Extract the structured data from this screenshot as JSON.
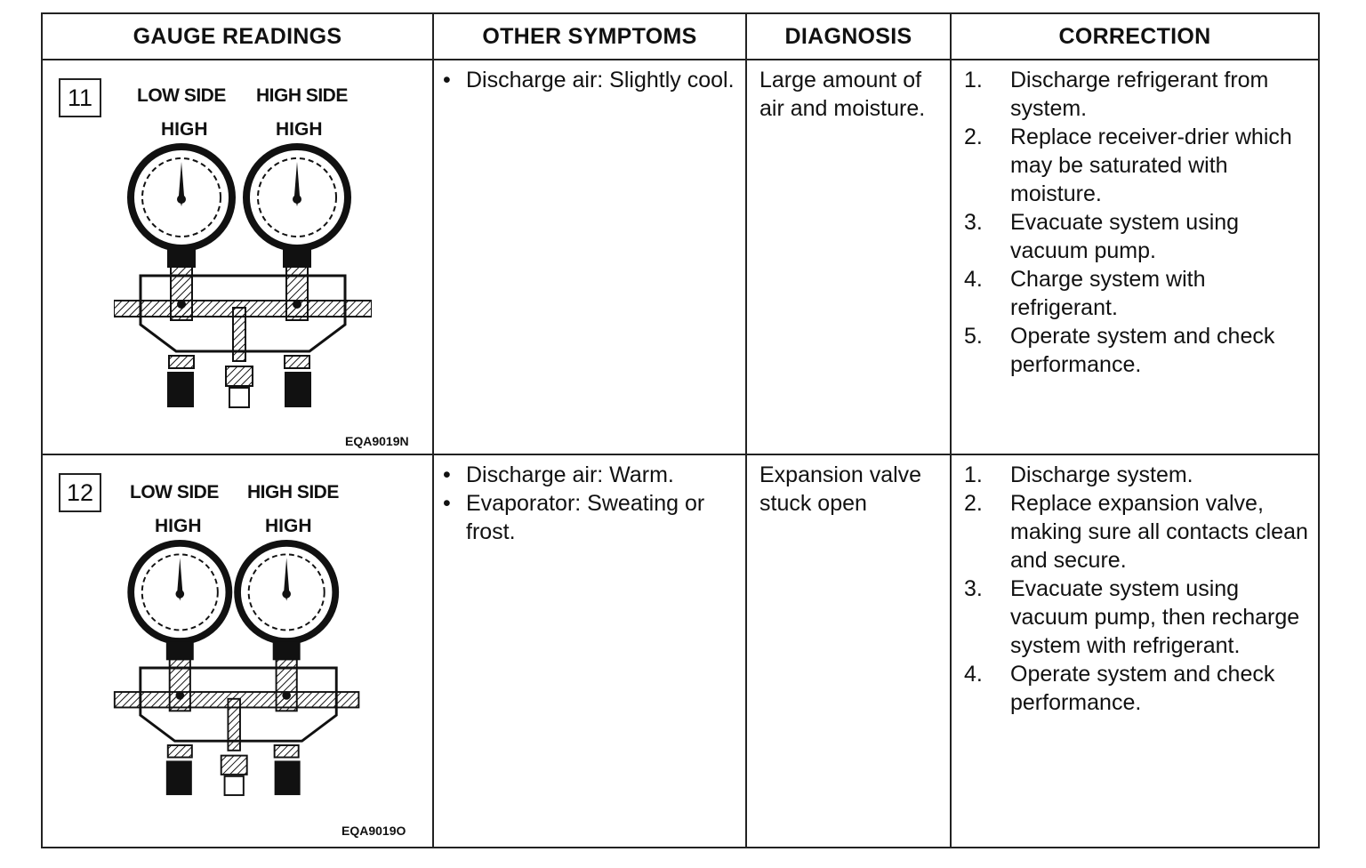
{
  "headers": {
    "gauge": "GAUGE READINGS",
    "symptoms": "OTHER SYMPTOMS",
    "diagnosis": "DIAGNOSIS",
    "correction": "CORRECTION"
  },
  "rows": [
    {
      "case_no": "11",
      "low_side_label": "LOW SIDE",
      "high_side_label": "HIGH SIDE",
      "low_reading": "HIGH",
      "high_reading": "HIGH",
      "figure_code": "EQA9019N",
      "symptoms": [
        "Discharge air: Slightly cool."
      ],
      "diagnosis": "Large amount of air and moisture.",
      "corrections": [
        {
          "num": "1.",
          "text": "Discharge refrigerant from system."
        },
        {
          "num": "2.",
          "text": "Replace receiver-drier which may be saturated with moisture."
        },
        {
          "num": "3.",
          "text": "Evacuate system using vacuum pump."
        },
        {
          "num": "4.",
          "text": "Charge system with refrigerant."
        },
        {
          "num": "5.",
          "text": "Operate system and check performance."
        }
      ]
    },
    {
      "case_no": "12",
      "low_side_label": "LOW SIDE",
      "high_side_label": "HIGH SIDE",
      "low_reading": "HIGH",
      "high_reading": "HIGH",
      "figure_code": "EQA9019O",
      "symptoms": [
        "Discharge air: Warm.",
        "Evaporator: Sweating or frost."
      ],
      "diagnosis": "Expansion valve stuck open",
      "corrections": [
        {
          "num": "1.",
          "text": "Discharge system."
        },
        {
          "num": "2.",
          "text": "Replace expansion valve, making sure all contacts clean and secure."
        },
        {
          "num": "3.",
          "text": "Evacuate system using vacuum pump, then recharge system with refrigerant."
        },
        {
          "num": "4.",
          "text": "Operate system and check performance."
        }
      ]
    }
  ]
}
